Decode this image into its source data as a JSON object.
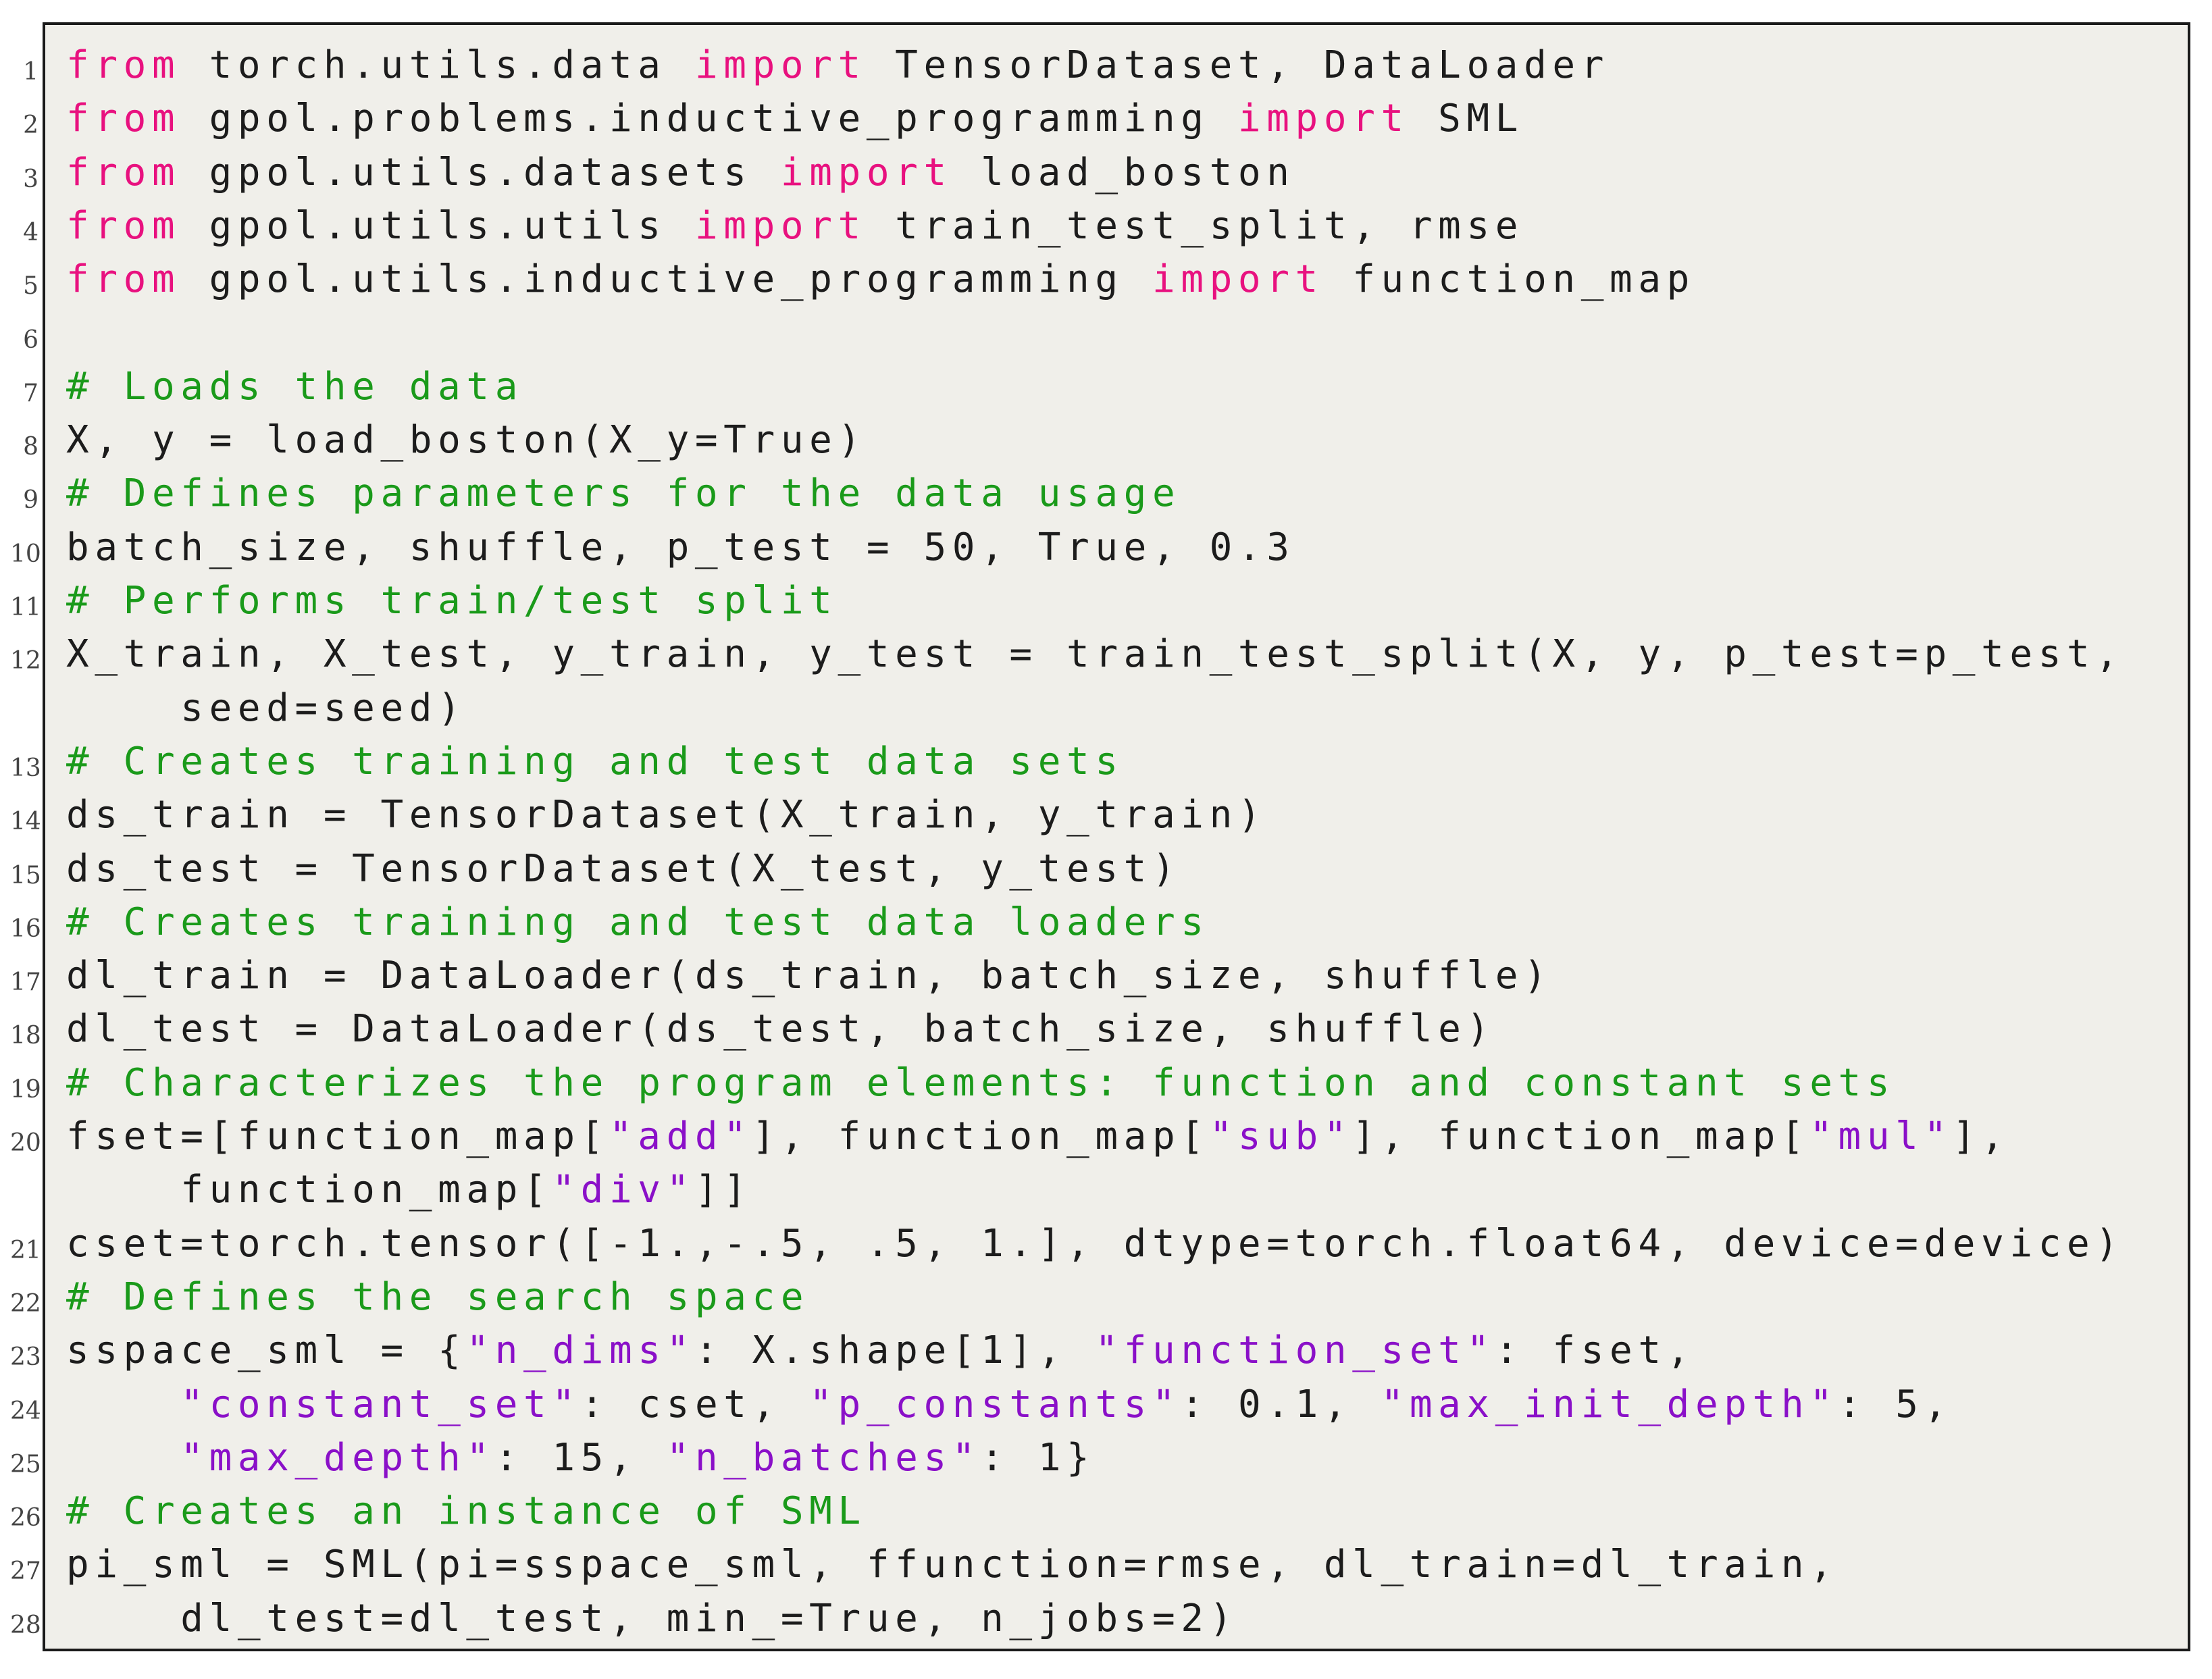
{
  "code": {
    "lines": [
      {
        "num": "1",
        "parts": [
          {
            "t": "from",
            "c": "kw"
          },
          {
            "t": " torch.utils.data ",
            "c": "tx"
          },
          {
            "t": "import",
            "c": "kw"
          },
          {
            "t": " TensorDataset, DataLoader",
            "c": "tx"
          }
        ]
      },
      {
        "num": "2",
        "parts": [
          {
            "t": "from",
            "c": "kw"
          },
          {
            "t": " gpol.problems.inductive_programming ",
            "c": "tx"
          },
          {
            "t": "import",
            "c": "kw"
          },
          {
            "t": " SML",
            "c": "tx"
          }
        ]
      },
      {
        "num": "3",
        "parts": [
          {
            "t": "from",
            "c": "kw"
          },
          {
            "t": " gpol.utils.datasets ",
            "c": "tx"
          },
          {
            "t": "import",
            "c": "kw"
          },
          {
            "t": " load_boston",
            "c": "tx"
          }
        ]
      },
      {
        "num": "4",
        "parts": [
          {
            "t": "from",
            "c": "kw"
          },
          {
            "t": " gpol.utils.utils ",
            "c": "tx"
          },
          {
            "t": "import",
            "c": "kw"
          },
          {
            "t": " train_test_split, rmse",
            "c": "tx"
          }
        ]
      },
      {
        "num": "5",
        "parts": [
          {
            "t": "from",
            "c": "kw"
          },
          {
            "t": " gpol.utils.inductive_programming ",
            "c": "tx"
          },
          {
            "t": "import",
            "c": "kw"
          },
          {
            "t": " function_map",
            "c": "tx"
          }
        ]
      },
      {
        "num": "6",
        "parts": []
      },
      {
        "num": "7",
        "parts": [
          {
            "t": "# Loads the data",
            "c": "cm"
          }
        ]
      },
      {
        "num": "8",
        "parts": [
          {
            "t": "X, y = load_boston(X_y=True)",
            "c": "tx"
          }
        ]
      },
      {
        "num": "9",
        "parts": [
          {
            "t": "# Defines parameters for the data usage",
            "c": "cm"
          }
        ]
      },
      {
        "num": "10",
        "parts": [
          {
            "t": "batch_size, shuffle, p_test = 50, True, 0.3",
            "c": "tx"
          }
        ]
      },
      {
        "num": "11",
        "parts": [
          {
            "t": "# Performs train/test split",
            "c": "cm"
          }
        ]
      },
      {
        "num": "12",
        "parts": [
          {
            "t": "X_train, X_test, y_train, y_test = train_test_split(X, y, p_test=p_test,",
            "c": "tx"
          }
        ]
      },
      {
        "num": "",
        "parts": [
          {
            "t": "    seed=seed)",
            "c": "tx"
          }
        ]
      },
      {
        "num": "13",
        "parts": [
          {
            "t": "# Creates training and test data sets",
            "c": "cm"
          }
        ]
      },
      {
        "num": "14",
        "parts": [
          {
            "t": "ds_train = TensorDataset(X_train, y_train)",
            "c": "tx"
          }
        ]
      },
      {
        "num": "15",
        "parts": [
          {
            "t": "ds_test = TensorDataset(X_test, y_test)",
            "c": "tx"
          }
        ]
      },
      {
        "num": "16",
        "parts": [
          {
            "t": "# Creates training and test data loaders",
            "c": "cm"
          }
        ]
      },
      {
        "num": "17",
        "parts": [
          {
            "t": "dl_train = DataLoader(ds_train, batch_size, shuffle)",
            "c": "tx"
          }
        ]
      },
      {
        "num": "18",
        "parts": [
          {
            "t": "dl_test = DataLoader(ds_test, batch_size, shuffle)",
            "c": "tx"
          }
        ]
      },
      {
        "num": "19",
        "parts": [
          {
            "t": "# Characterizes the program elements: function and constant sets",
            "c": "cm"
          }
        ]
      },
      {
        "num": "20",
        "parts": [
          {
            "t": "fset=[function_map[",
            "c": "tx"
          },
          {
            "t": "\"add\"",
            "c": "st"
          },
          {
            "t": "], function_map[",
            "c": "tx"
          },
          {
            "t": "\"sub\"",
            "c": "st"
          },
          {
            "t": "], function_map[",
            "c": "tx"
          },
          {
            "t": "\"mul\"",
            "c": "st"
          },
          {
            "t": "],",
            "c": "tx"
          }
        ]
      },
      {
        "num": "",
        "parts": [
          {
            "t": "    function_map[",
            "c": "tx"
          },
          {
            "t": "\"div\"",
            "c": "st"
          },
          {
            "t": "]]",
            "c": "tx"
          }
        ]
      },
      {
        "num": "21",
        "parts": [
          {
            "t": "cset=torch.tensor([-1.,-.5, .5, 1.], dtype=torch.float64, device=device)",
            "c": "tx"
          }
        ]
      },
      {
        "num": "22",
        "parts": [
          {
            "t": "# Defines the search space",
            "c": "cm"
          }
        ]
      },
      {
        "num": "23",
        "parts": [
          {
            "t": "sspace_sml = {",
            "c": "tx"
          },
          {
            "t": "\"n_dims\"",
            "c": "st"
          },
          {
            "t": ": X.shape[1], ",
            "c": "tx"
          },
          {
            "t": "\"function_set\"",
            "c": "st"
          },
          {
            "t": ": fset,",
            "c": "tx"
          }
        ]
      },
      {
        "num": "24",
        "parts": [
          {
            "t": "    ",
            "c": "tx"
          },
          {
            "t": "\"constant_set\"",
            "c": "st"
          },
          {
            "t": ": cset, ",
            "c": "tx"
          },
          {
            "t": "\"p_constants\"",
            "c": "st"
          },
          {
            "t": ": 0.1, ",
            "c": "tx"
          },
          {
            "t": "\"max_init_depth\"",
            "c": "st"
          },
          {
            "t": ": 5,",
            "c": "tx"
          }
        ]
      },
      {
        "num": "25",
        "parts": [
          {
            "t": "    ",
            "c": "tx"
          },
          {
            "t": "\"max_depth\"",
            "c": "st"
          },
          {
            "t": ": 15, ",
            "c": "tx"
          },
          {
            "t": "\"n_batches\"",
            "c": "st"
          },
          {
            "t": ": 1}",
            "c": "tx"
          }
        ]
      },
      {
        "num": "26",
        "parts": [
          {
            "t": "# Creates an instance of SML",
            "c": "cm"
          }
        ]
      },
      {
        "num": "27",
        "parts": [
          {
            "t": "pi_sml = SML(pi=sspace_sml, ffunction=rmse, dl_train=dl_train,",
            "c": "tx"
          }
        ]
      },
      {
        "num": "28",
        "parts": [
          {
            "t": "    dl_test=dl_test, min_=True, n_jobs=2)",
            "c": "tx"
          }
        ]
      }
    ]
  },
  "colors": {
    "keyword": "#e8117f",
    "comment": "#1a9a1a",
    "string": "#8a10c8",
    "text": "#1c1c1c",
    "background": "#f0efea",
    "border": "#1a1a1a"
  }
}
